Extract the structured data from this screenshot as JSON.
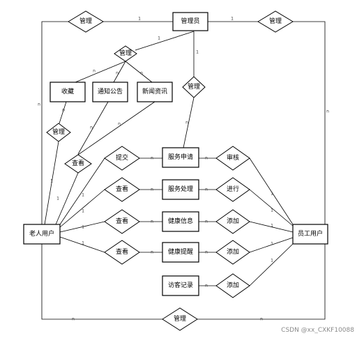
{
  "entities": {
    "admin": "管理员",
    "elder": "老人用户",
    "staff": "员工用户",
    "favorite": "收藏",
    "notice": "通知公告",
    "news": "新闻资讯",
    "service_request": "服务申请",
    "service_handle": "服务处理",
    "health_info": "健康信息",
    "health_reminder": "健康提醒",
    "visit_record": "访客记录"
  },
  "relationships": {
    "manage_top_left": "管理",
    "manage_top_right": "管理",
    "manage_content": "管理",
    "manage_service": "管理",
    "manage_favorite": "管理",
    "view_notice": "查看",
    "submit": "提交",
    "view_handle": "查看",
    "view_health_info": "查看",
    "view_reminder": "查看",
    "review": "审核",
    "proceed": "进行",
    "add_health_info": "添加",
    "add_reminder": "添加",
    "add_visit": "添加",
    "manage_bottom": "管理"
  },
  "cardinality": {
    "one": "1",
    "many": "n"
  },
  "watermark": "CSDN @xx_CXKF10088"
}
